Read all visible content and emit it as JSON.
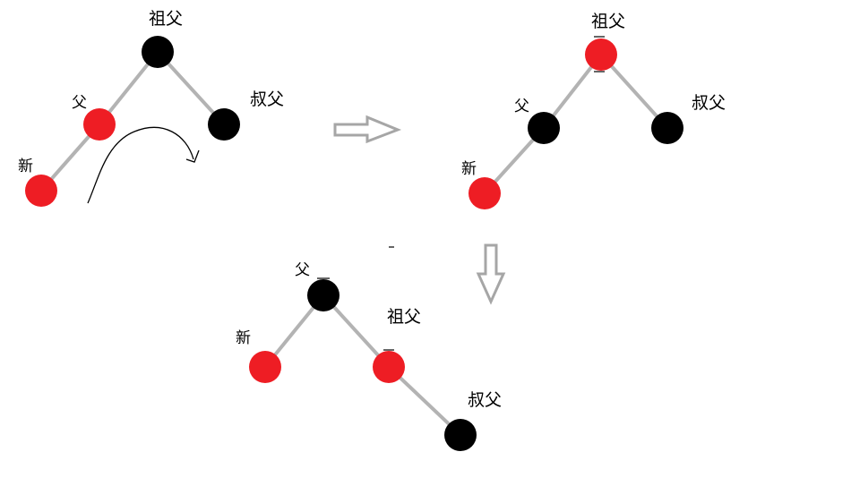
{
  "labels": {
    "grandparent": "祖父",
    "parent": "父",
    "uncle": "叔父",
    "new_node": "新"
  },
  "colors": {
    "red": "#ee1d24",
    "black": "#000000",
    "edge": "#b3b3b3",
    "arrow_outline": "#a6a6a6"
  },
  "trees": [
    {
      "stage": "before-recolor",
      "nodes": [
        {
          "role": "grandparent",
          "color": "black"
        },
        {
          "role": "parent",
          "color": "red"
        },
        {
          "role": "uncle",
          "color": "black"
        },
        {
          "role": "new_node",
          "color": "red"
        }
      ]
    },
    {
      "stage": "after-recolor",
      "nodes": [
        {
          "role": "grandparent",
          "color": "red"
        },
        {
          "role": "parent",
          "color": "black"
        },
        {
          "role": "uncle",
          "color": "black"
        },
        {
          "role": "new_node",
          "color": "red"
        }
      ]
    },
    {
      "stage": "after-rotation",
      "nodes": [
        {
          "role": "parent",
          "color": "black"
        },
        {
          "role": "new_node",
          "color": "red"
        },
        {
          "role": "grandparent",
          "color": "red"
        },
        {
          "role": "uncle",
          "color": "black"
        }
      ]
    }
  ],
  "annotations": {
    "rotation_arrow_icon": "curved-rotate-right-arrow",
    "transition_right_icon": "hollow-arrow-right",
    "transition_down_icon": "hollow-arrow-down"
  }
}
